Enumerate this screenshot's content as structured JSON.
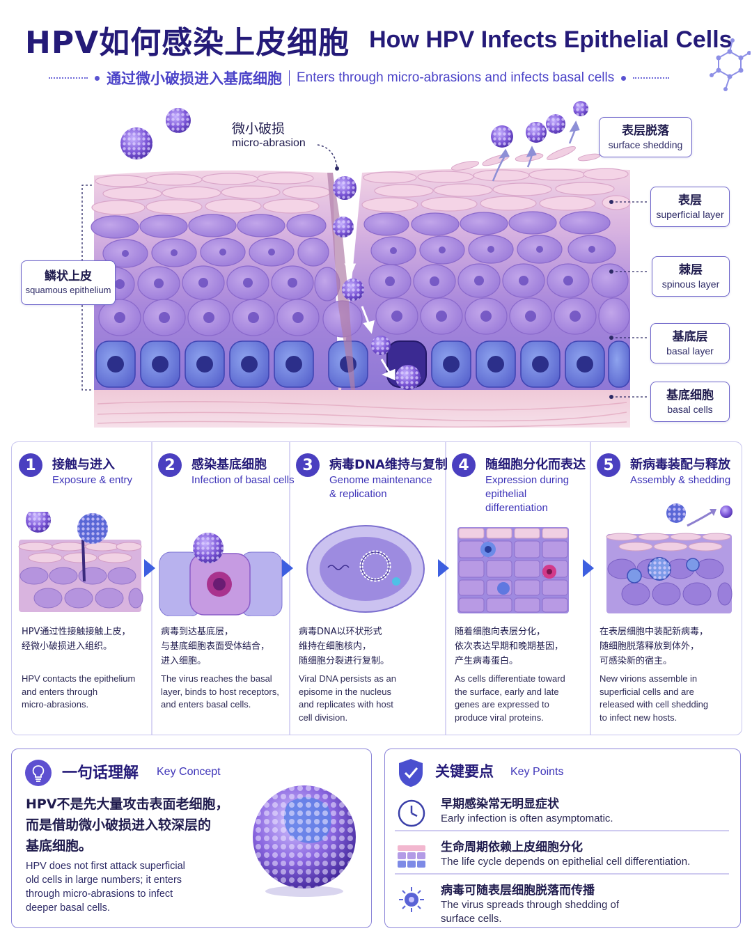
{
  "header": {
    "title_cn": "HPV如何感染上皮细胞",
    "title_en": "How HPV Infects Epithelial Cells",
    "subtitle_cn": "通过微小破损进入基底细胞",
    "subtitle_en": "Enters through micro-abrasions and infects basal cells"
  },
  "diagram": {
    "abrasion_cn": "微小破损",
    "abrasion_en": "micro-abrasion",
    "shedding_cn": "表层脱落",
    "shedding_en": "surface shedding",
    "squamous_cn": "鳞状上皮",
    "squamous_en": "squamous epithelium",
    "layers": [
      {
        "cn": "表层",
        "en": "superficial layer"
      },
      {
        "cn": "棘层",
        "en": "spinous layer"
      },
      {
        "cn": "基底层",
        "en": "basal layer"
      },
      {
        "cn": "基底细胞",
        "en": "basal cells"
      }
    ]
  },
  "steps": [
    {
      "num": "1",
      "cn": "接触与进入",
      "en": "Exposure & entry",
      "desc_cn": "HPV通过性接触接触上皮，\n经微小破损进入组织。",
      "desc_en": "HPV contacts the epithelium\nand enters through\nmicro-abrasions."
    },
    {
      "num": "2",
      "cn": "感染基底细胞",
      "en": "Infection of basal cells",
      "desc_cn": "病毒到达基底层，\n与基底细胞表面受体结合，\n进入细胞。",
      "desc_en": "The virus reaches the basal\nlayer, binds to host receptors,\nand enters basal cells."
    },
    {
      "num": "3",
      "cn": "病毒DNA维持与复制",
      "en": "Genome maintenance & replication",
      "desc_cn": "病毒DNA以环状形式\n维持在细胞核内，\n随细胞分裂进行复制。",
      "desc_en": "Viral DNA persists as an\nepisome in the nucleus\nand replicates with host\ncell division."
    },
    {
      "num": "4",
      "cn": "随细胞分化而表达",
      "en": "Expression during epithelial differentiation",
      "desc_cn": "随着细胞向表层分化，\n依次表达早期和晚期基因，\n产生病毒蛋白。",
      "desc_en": "As cells differentiate toward\nthe surface, early and late\ngenes are expressed to\nproduce viral proteins."
    },
    {
      "num": "5",
      "cn": "新病毒装配与释放",
      "en": "Assembly & shedding",
      "desc_cn": "在表层细胞中装配新病毒，\n随细胞脱落释放到体外，\n可感染新的宿主。",
      "desc_en": "New virions assemble in\nsuperficial cells and are\nreleased with cell shedding\nto infect new hosts."
    }
  ],
  "key_concept": {
    "title": "一句话理解",
    "subtitle": "Key Concept",
    "text_cn": "HPV不是先大量攻击表面老细胞，\n而是借助微小破损进入较深层的\n基底细胞。",
    "text_en": "HPV does not first attack superficial\nold cells in large numbers; it enters\nthrough micro-abrasions to infect\ndeeper basal cells."
  },
  "key_points": {
    "title": "关键要点",
    "subtitle": "Key Points",
    "items": [
      {
        "icon": "clock-icon",
        "cn": "早期感染常无明显症状",
        "en": "Early infection is often asymptomatic."
      },
      {
        "icon": "cell-layers-icon",
        "cn": "生命周期依赖上皮细胞分化",
        "en": "The life cycle depends on epithelial cell differentiation."
      },
      {
        "icon": "virus-spread-icon",
        "cn": "病毒可随表层细胞脱落而传播",
        "en": "The virus spreads through shedding of\nsurface cells."
      }
    ]
  },
  "colors": {
    "title": "#241a78",
    "accent": "#4b43c8",
    "step_badge": "#4a3fc0",
    "arrow": "#3d5fe0"
  }
}
